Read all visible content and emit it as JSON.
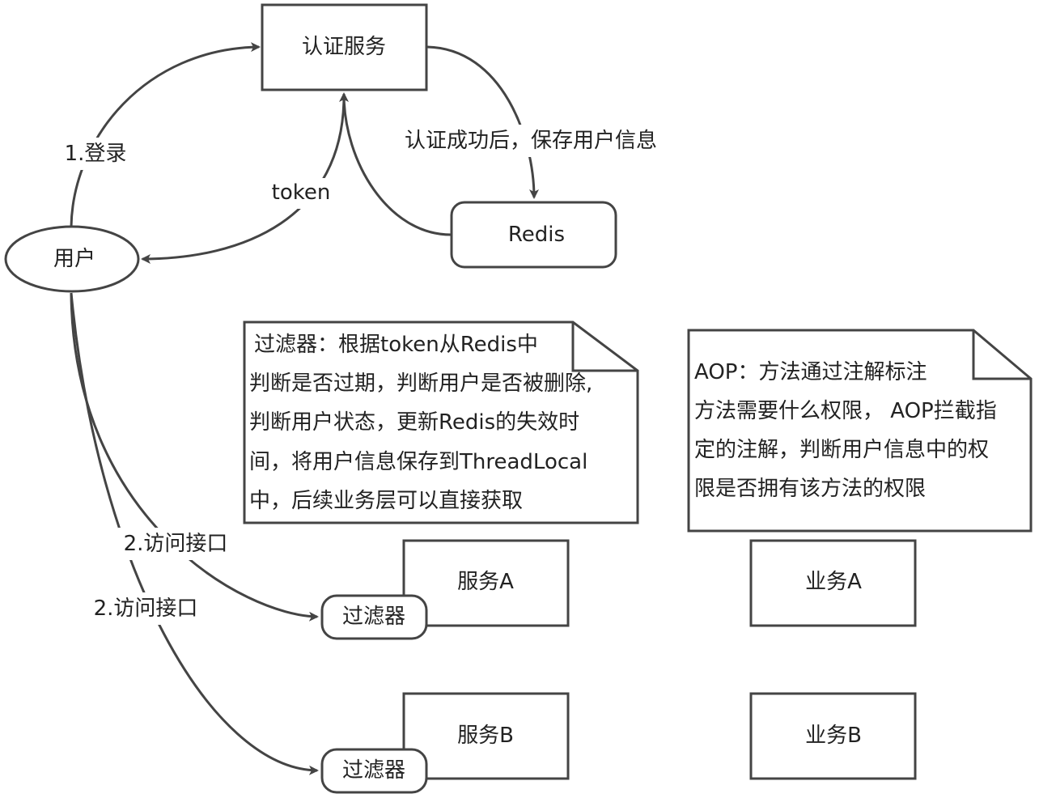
{
  "nodes": {
    "auth": "认证服务",
    "redis": "Redis",
    "user": "用户",
    "service_a": "服务A",
    "service_b": "服务B",
    "filter_a": "过滤器",
    "filter_b": "过滤器",
    "biz_a": "业务A",
    "biz_b": "业务B"
  },
  "edges": {
    "login": "1.登录",
    "token": "token",
    "save": "认证成功后，保存用户信息",
    "access_a": "2.访问接口",
    "access_b": "2.访问接口"
  },
  "notes": {
    "filter": [
      "过滤器：根据token从Redis中",
      "判断是否过期，判断用户是否被删除,",
      "判断用户状态，更新Redis的失效时",
      "间，将用户信息保存到ThreadLocal",
      "中，后续业务层可以直接获取"
    ],
    "aop": [
      "AOP：方法通过注解标注",
      "方法需要什么权限， AOP拦截指",
      "定的注解，判断用户信息中的权",
      "限是否拥有该方法的权限"
    ]
  },
  "colors": {
    "stroke": "#444444",
    "text": "#222222",
    "background": "#ffffff"
  }
}
